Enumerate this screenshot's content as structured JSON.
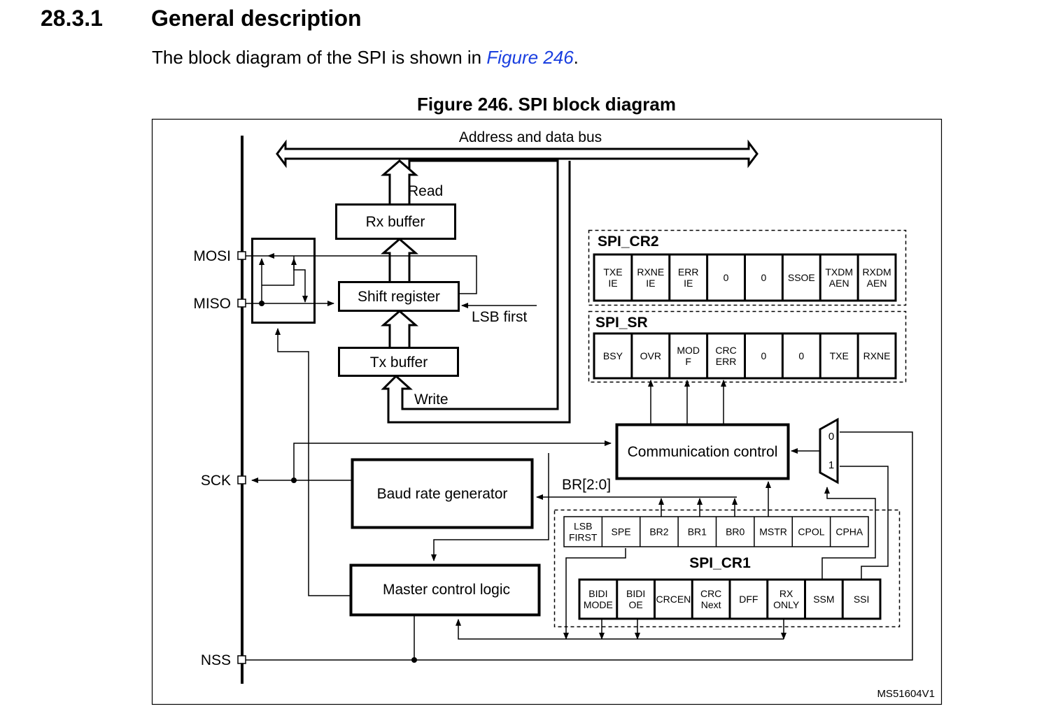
{
  "section": {
    "number": "28.3.1",
    "title": "General description"
  },
  "intro": {
    "before": "The block diagram of the SPI is shown in ",
    "link": "Figure 246",
    "after": "."
  },
  "figure": {
    "title": "Figure 246. SPI block diagram",
    "id_code": "MS51604V1",
    "bus_label": "Address and data bus",
    "read_label": "Read",
    "write_label": "Write",
    "lsb_first_label": "LSB first",
    "br_label": "BR[2:0]",
    "blocks": {
      "rx_buffer": "Rx buffer",
      "shift_register": "Shift register",
      "tx_buffer": "Tx buffer",
      "communication_control": "Communication control",
      "baud_rate_generator": "Baud rate generator",
      "master_control_logic": "Master control logic"
    },
    "pins": {
      "mosi": "MOSI",
      "miso": "MISO",
      "sck": "SCK",
      "nss": "NSS"
    },
    "mux": {
      "in0": "0",
      "in1": "1"
    },
    "registers": {
      "cr2": {
        "name": "SPI_CR2",
        "bits": [
          [
            "TXE",
            "IE"
          ],
          [
            "RXNE",
            "IE"
          ],
          [
            "ERR",
            "IE"
          ],
          [
            "0"
          ],
          [
            "0"
          ],
          [
            "SSOE"
          ],
          [
            "TXDM",
            "AEN"
          ],
          [
            "RXDM",
            "AEN"
          ]
        ]
      },
      "sr": {
        "name": "SPI_SR",
        "bits": [
          [
            "BSY"
          ],
          [
            "OVR"
          ],
          [
            "MOD",
            "F"
          ],
          [
            "CRC",
            "ERR"
          ],
          [
            "0"
          ],
          [
            "0"
          ],
          [
            "TXE"
          ],
          [
            "RXNE"
          ]
        ]
      },
      "cr1": {
        "name": "SPI_CR1",
        "top_bits": [
          [
            "LSB",
            "FIRST"
          ],
          [
            "SPE"
          ],
          [
            "BR2"
          ],
          [
            "BR1"
          ],
          [
            "BR0"
          ],
          [
            "MSTR"
          ],
          [
            "CPOL"
          ],
          [
            "CPHA"
          ]
        ],
        "bottom_bits": [
          [
            "BIDI",
            "MODE"
          ],
          [
            "BIDI",
            "OE"
          ],
          [
            "CRCEN"
          ],
          [
            "CRC",
            "Next"
          ],
          [
            "DFF"
          ],
          [
            "RX",
            "ONLY"
          ],
          [
            "SSM"
          ],
          [
            "SSI"
          ]
        ]
      }
    }
  }
}
